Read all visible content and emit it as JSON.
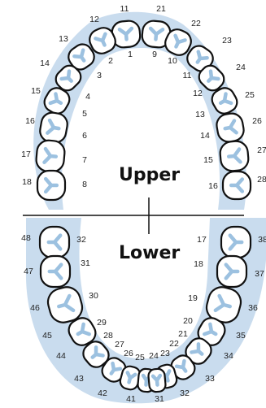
{
  "labels": {
    "upper": "Upper",
    "lower": "Lower"
  },
  "colors": {
    "gum": "#c9dcee",
    "root_marks": "#9cc1e0",
    "outline": "#111111"
  },
  "upper_arch": {
    "outer_numbers": [
      "11",
      "12",
      "13",
      "14",
      "15",
      "16",
      "17",
      "18",
      "21",
      "22",
      "23",
      "24",
      "25",
      "26",
      "27",
      "28"
    ],
    "inner_numbers": [
      "1",
      "2",
      "3",
      "4",
      "5",
      "6",
      "7",
      "8",
      "9",
      "10",
      "11",
      "12",
      "13",
      "14",
      "15",
      "16"
    ]
  },
  "lower_arch": {
    "outer_numbers": [
      "48",
      "47",
      "46",
      "45",
      "44",
      "43",
      "42",
      "41",
      "31",
      "32",
      "33",
      "34",
      "35",
      "36",
      "37",
      "38"
    ],
    "inner_numbers": [
      "32",
      "31",
      "30",
      "29",
      "28",
      "27",
      "26",
      "25",
      "24",
      "23",
      "22",
      "21",
      "20",
      "19",
      "18",
      "17"
    ]
  }
}
